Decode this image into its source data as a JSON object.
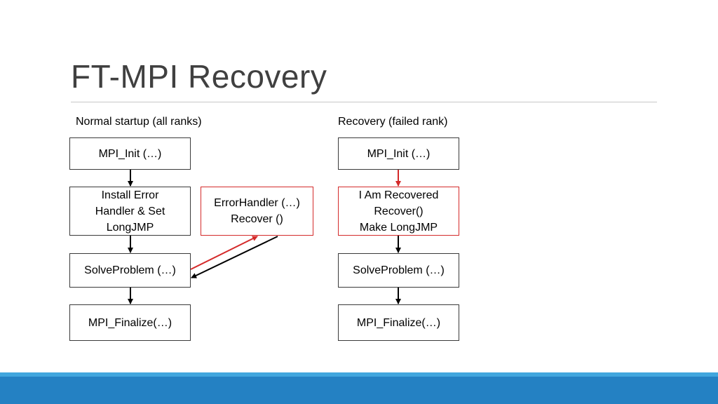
{
  "slide": {
    "title": "FT-MPI Recovery",
    "colors": {
      "title": "#404040",
      "box_border": "#3a3a3a",
      "highlight": "#d42a2a",
      "footer": "#2481c3",
      "footer_accent": "#41a6de"
    }
  },
  "normal": {
    "heading": "Normal startup (all ranks)",
    "init": "MPI_Init (…)",
    "install": [
      "Install Error",
      "Handler & Set",
      "LongJMP"
    ],
    "solve": "SolveProblem (…)",
    "finalize": "MPI_Finalize(…)"
  },
  "handler": {
    "lines": [
      "ErrorHandler (…)",
      "Recover ()"
    ]
  },
  "recovery": {
    "heading": "Recovery (failed rank)",
    "init": "MPI_Init (…)",
    "recovered": [
      "I Am Recovered",
      "Recover()",
      "Make LongJMP"
    ],
    "solve": "SolveProblem (…)",
    "finalize": "MPI_Finalize(…)"
  }
}
